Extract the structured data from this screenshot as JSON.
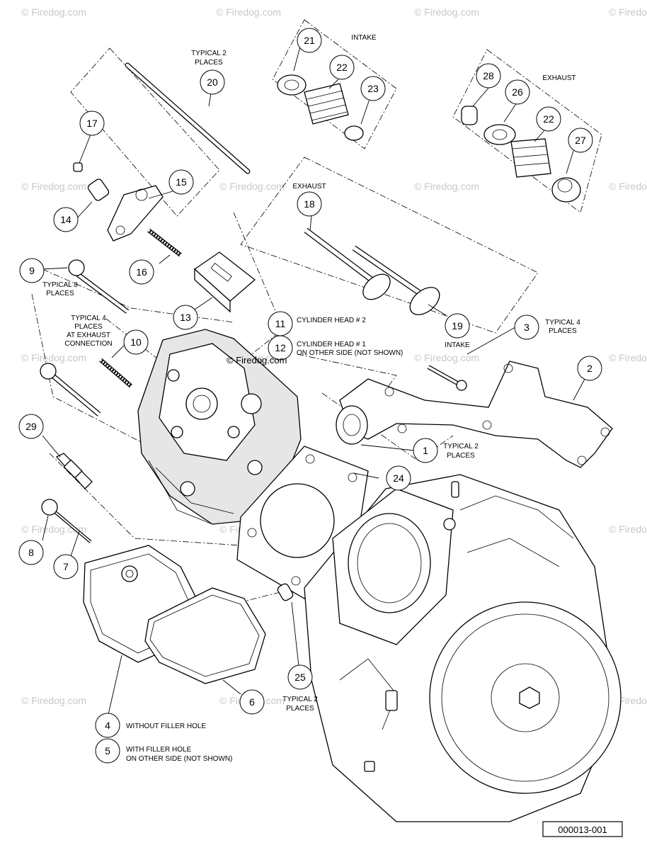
{
  "watermark": "© Firedog.com",
  "document_number": "000013-001",
  "group_labels": {
    "intake_springs": "INTAKE",
    "exhaust_springs": "EXHAUST",
    "exhaust_valve": "EXHAUST",
    "intake_valve": "INTAKE",
    "pushrod_a": "TYPICAL 2",
    "pushrod_b": "PLACES",
    "bolt9_a": "TYPICAL 8",
    "bolt9_b": "PLACES",
    "stud10_a": "TYPICAL 4",
    "stud10_b": "PLACES",
    "stud10_c": "AT EXHAUST",
    "stud10_d": "CONNECTION",
    "bolt3_a": "TYPICAL 4",
    "bolt3_b": "PLACES",
    "gasket1_a": "TYPICAL 2",
    "gasket1_b": "PLACES",
    "dowel25_a": "TYPICAL 2",
    "dowel25_b": "PLACES",
    "head11": "CYLINDER HEAD # 2",
    "head12_a": "CYLINDER HEAD # 1",
    "head12_b": "ON OTHER SIDE (NOT SHOWN)",
    "cover4": "WITHOUT FILLER HOLE",
    "cover5_a": "WITH FILLER HOLE",
    "cover5_b": "ON OTHER SIDE (NOT SHOWN)"
  },
  "callouts": {
    "c1": "1",
    "c2": "2",
    "c3": "3",
    "c4": "4",
    "c5": "5",
    "c6": "6",
    "c7": "7",
    "c8": "8",
    "c9": "9",
    "c10": "10",
    "c11": "11",
    "c12": "12",
    "c13": "13",
    "c14": "14",
    "c15": "15",
    "c16": "16",
    "c17": "17",
    "c18": "18",
    "c19": "19",
    "c20": "20",
    "c21": "21",
    "c22a": "22",
    "c22b": "22",
    "c23": "23",
    "c24": "24",
    "c25": "25",
    "c26": "26",
    "c27": "27",
    "c28": "28",
    "c29": "29"
  }
}
